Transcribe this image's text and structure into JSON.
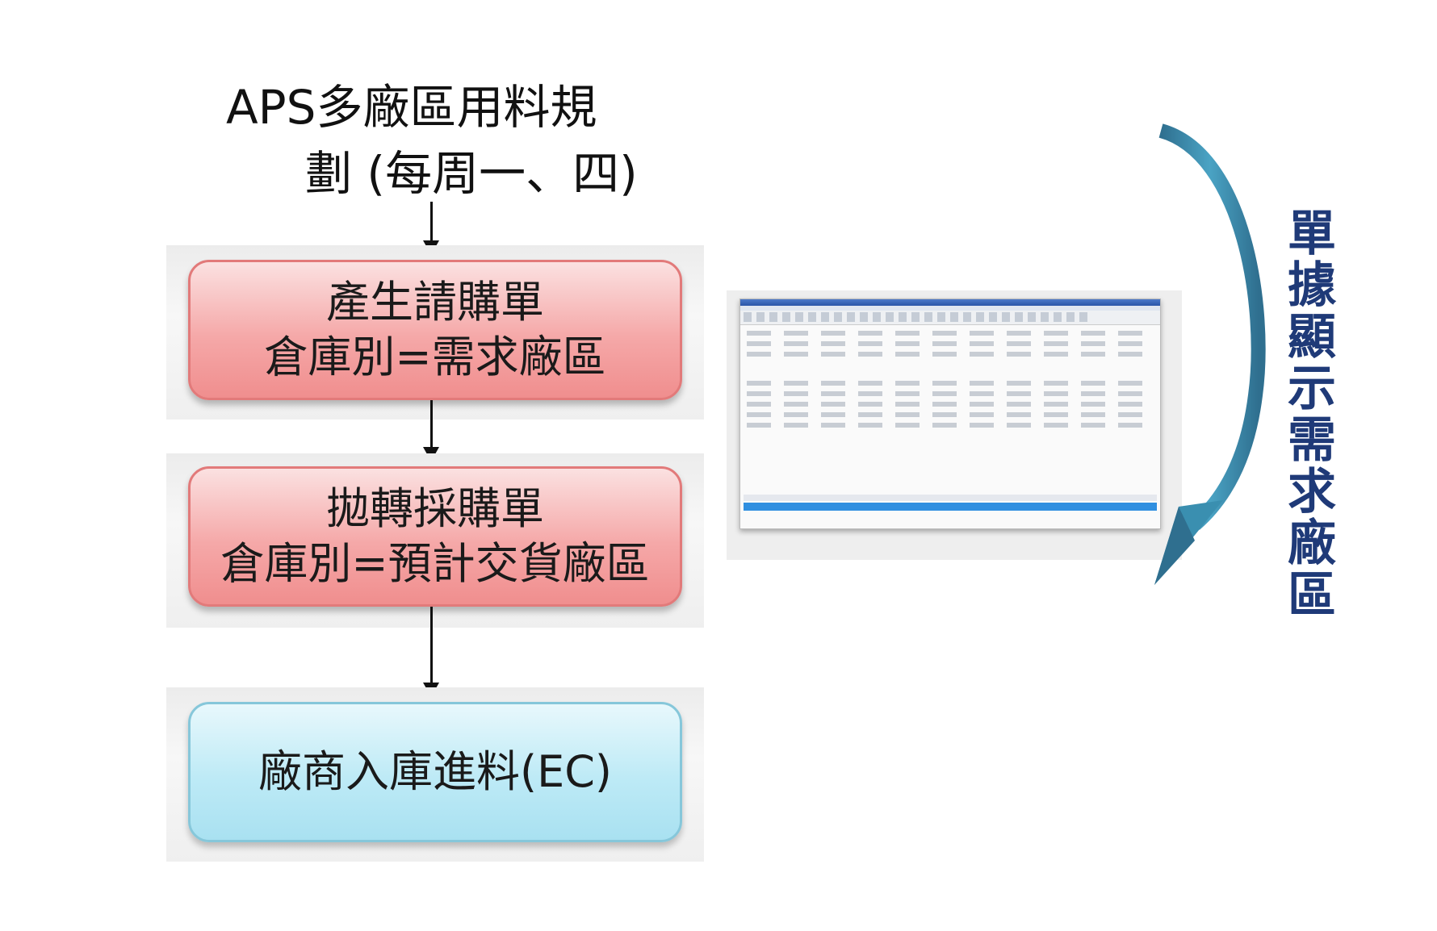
{
  "title": {
    "line1": "APS多廠區用料規",
    "line2": "劃 (每周一、四)"
  },
  "steps": [
    {
      "line1": "產生請購單",
      "line2": "倉庫別=需求廠區"
    },
    {
      "line1": "拋轉採購單",
      "line2": "倉庫別=預計交貨廠區"
    },
    {
      "line1": "廠商入庫進料(EC)"
    }
  ],
  "side_label": [
    "單",
    "據",
    "顯",
    "示",
    "需",
    "求",
    "廠",
    "區"
  ],
  "colors": {
    "red_box": "#f5a8a8",
    "blue_box": "#bdeaf6",
    "curve_arrow": "#3a8fb0",
    "side_label": "#1f3a78"
  }
}
